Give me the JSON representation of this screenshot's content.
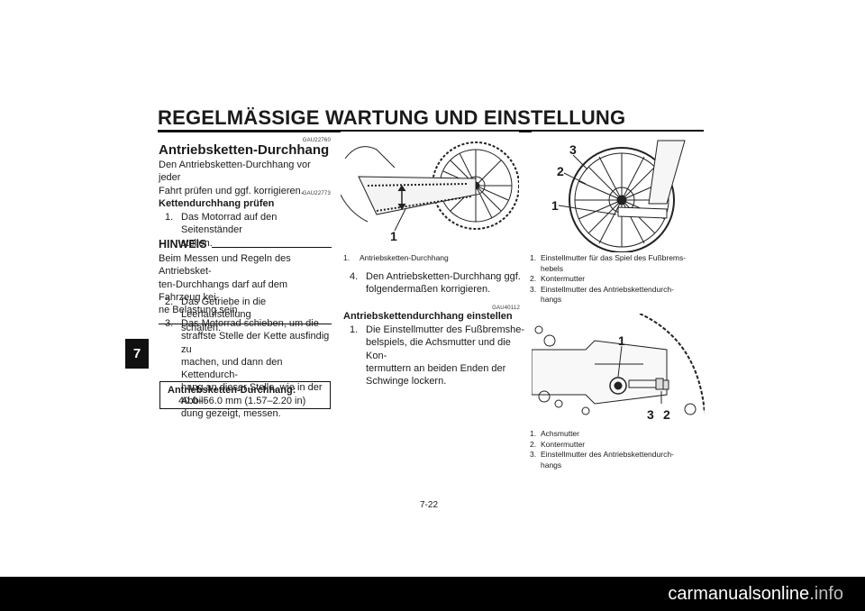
{
  "header": {
    "title": "REGELMÄSSIGE WARTUNG UND EINSTELLUNG"
  },
  "chapter_tab": "7",
  "col1": {
    "code1": "GAU22760",
    "heading": "Antriebsketten-Durchhang",
    "intro": [
      "Den Antriebsketten-Durchhang vor jeder",
      "Fahrt prüfen und ggf. korrigieren."
    ],
    "code2": "GAU22773",
    "subheading": "Kettendurchhang prüfen",
    "step1": {
      "num": "1.",
      "lines": [
        "Das Motorrad auf den Seitenständer",
        "stellen."
      ]
    },
    "hinweis_title": "HINWEIS",
    "hinweis_text": [
      "Beim Messen und Regeln des Antriebsket-",
      "ten-Durchhangs darf auf dem Fahrzeug kei-",
      "ne Belastung sein."
    ],
    "step2": {
      "num": "2.",
      "lines": [
        "Das Getriebe in die Leerlaufstellung",
        "schalten."
      ]
    },
    "step3": {
      "num": "3.",
      "lines": [
        "Das Motorrad schieben, um die",
        "straffste Stelle der Kette ausfindig zu",
        "machen, und dann den Kettendurch-",
        "hang an dieser Stelle, wie in der Abbil-",
        "dung gezeigt, messen."
      ]
    },
    "spec_box": {
      "title": "Antriebsketten-Durchhang:",
      "value": "40.0–56.0 mm (1.57–2.20 in)"
    }
  },
  "col2": {
    "figure_label": "1",
    "caption1": {
      "num": "1.",
      "text": "Antriebsketten-Durchhang"
    },
    "step4": {
      "num": "4.",
      "lines": [
        "Den Antriebsketten-Durchhang ggf.",
        "folgendermaßen korrigieren."
      ]
    },
    "code3": "GAU40112",
    "subheading": "Antriebskettendurchhang einstellen",
    "step5": {
      "num": "1.",
      "lines": [
        "Die Einstellmutter des Fußbremshe-",
        "belspiels, die Achsmutter und die Kon-",
        "termuttern an beiden Enden der",
        "Schwinge lockern."
      ]
    }
  },
  "col3": {
    "fig1_labels": [
      "3",
      "2",
      "1"
    ],
    "fig1_captions": [
      {
        "num": "1.",
        "lines": [
          "Einstellmutter für das Spiel des Fußbrems-",
          "hebels"
        ]
      },
      {
        "num": "2.",
        "lines": [
          "Kontermutter"
        ]
      },
      {
        "num": "3.",
        "lines": [
          "Einstellmutter des Antriebskettendurch-",
          "hangs"
        ]
      }
    ],
    "fig2_labels": [
      "1",
      "3",
      "2"
    ],
    "fig2_captions": [
      {
        "num": "1.",
        "lines": [
          "Achsmutter"
        ]
      },
      {
        "num": "2.",
        "lines": [
          "Kontermutter"
        ]
      },
      {
        "num": "3.",
        "lines": [
          "Einstellmutter des Antriebskettendurch-",
          "hangs"
        ]
      }
    ]
  },
  "page_number": "7-22",
  "watermark": {
    "part1": "carmanualsonline",
    "part2": ".info"
  }
}
